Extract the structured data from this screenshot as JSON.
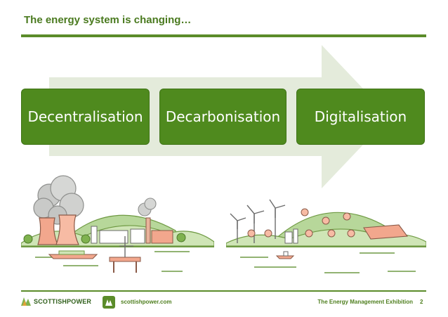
{
  "header": {
    "title": "The energy system is changing…"
  },
  "themes": [
    {
      "label": "Decentralisation"
    },
    {
      "label": "Decarbonisation"
    },
    {
      "label": "Digitalisation"
    }
  ],
  "illustrations": {
    "left": {
      "icon": "fossil-power-landscape-icon"
    },
    "right": {
      "icon": "renewable-smart-landscape-icon"
    }
  },
  "footer": {
    "logo_text": "SCOTTISHPOWER",
    "url": "scottishpower.com",
    "event": "The Energy Management Exhibition",
    "page_number": "2"
  },
  "colors": {
    "brand_green": "#4f8a1e",
    "title_green": "#4a7a1f",
    "arrow_tint": "#e4ebdb"
  }
}
